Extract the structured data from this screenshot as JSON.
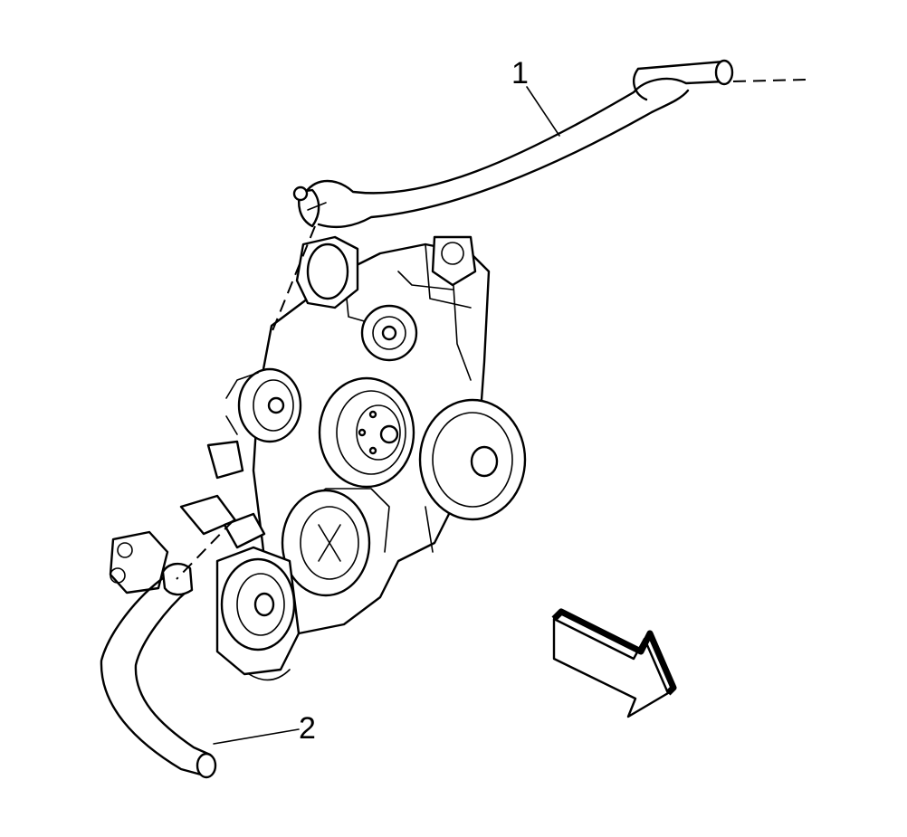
{
  "diagram": {
    "callouts": [
      {
        "id": "1",
        "label": "1"
      },
      {
        "id": "2",
        "label": "2"
      }
    ],
    "direction_arrow_icon": "front-direction-arrow-icon"
  }
}
